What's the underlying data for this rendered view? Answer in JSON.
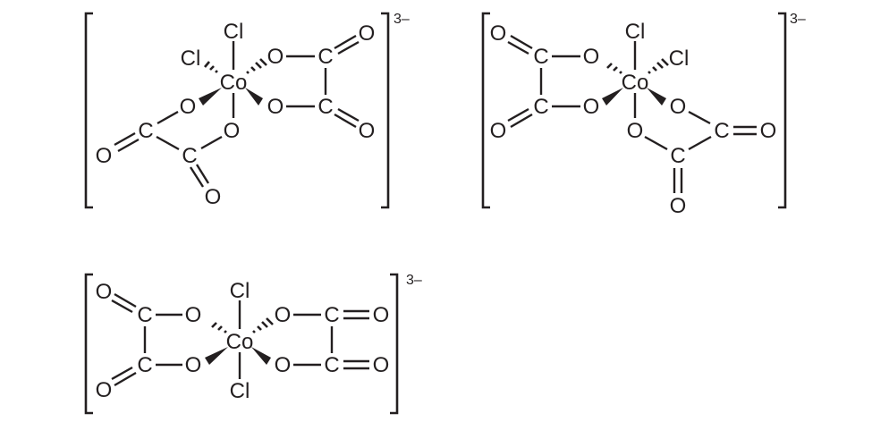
{
  "figure": {
    "description": "Three isomers of the octahedral complex ion [Co(C2O4)2Cl2]3-",
    "ink_color": "#231f20",
    "background_color": "#ffffff"
  },
  "labels": {
    "metal": "Co",
    "chloride": "Cl",
    "oxygen": "O",
    "carbon": "C",
    "charge": "3–"
  },
  "structures": [
    {
      "name": "isomer-1-cis-left",
      "charge": "3–",
      "ligands": [
        "Cl (axial top)",
        "Cl (hashed, upper left)",
        "oxalate (right, hashed + wedged)",
        "oxalate (lower left, wedged + axial bottom)"
      ]
    },
    {
      "name": "isomer-2-cis-right",
      "charge": "3–",
      "ligands": [
        "Cl (axial top)",
        "Cl (hashed, upper right)",
        "oxalate (left, hashed + wedged)",
        "oxalate (lower right, wedged + axial bottom)"
      ]
    },
    {
      "name": "isomer-3-trans",
      "charge": "3–",
      "ligands": [
        "Cl (axial top)",
        "Cl (axial bottom)",
        "oxalate (left, hashed + wedged)",
        "oxalate (right, hashed + wedged)"
      ]
    }
  ]
}
